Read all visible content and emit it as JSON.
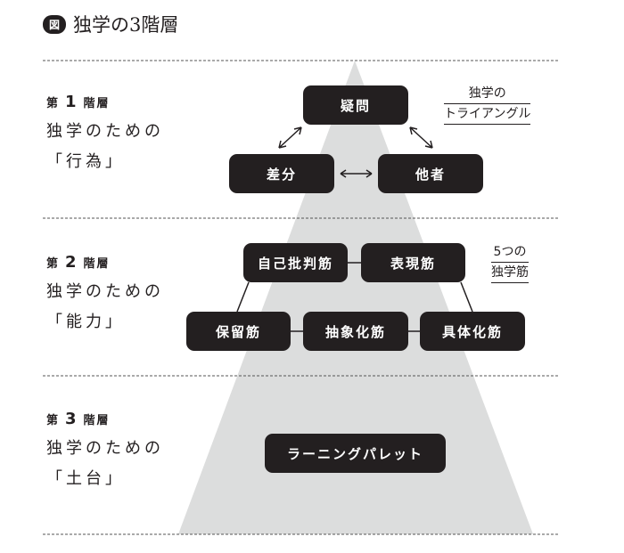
{
  "title": {
    "badge": "図",
    "text": "独学の3階層"
  },
  "levels": [
    {
      "prefix": "第",
      "num": "1",
      "suffix": "階層",
      "line1": "独学のための",
      "line2": "「行為」"
    },
    {
      "prefix": "第",
      "num": "2",
      "suffix": "階層",
      "line1": "独学のための",
      "line2": "「能力」"
    },
    {
      "prefix": "第",
      "num": "3",
      "suffix": "階層",
      "line1": "独学のための",
      "line2": "「土台」"
    }
  ],
  "level1": {
    "nodes": [
      "疑問",
      "差分",
      "他者"
    ],
    "note": [
      "独学の",
      "トライアングル"
    ]
  },
  "level2": {
    "nodes": [
      "自己批判筋",
      "表現筋",
      "保留筋",
      "抽象化筋",
      "具体化筋"
    ],
    "note": [
      "5つの",
      "独学筋"
    ]
  },
  "level3": {
    "nodes": [
      "ラーニングパレット"
    ]
  },
  "colors": {
    "node": "#231f20",
    "pyramid": "#dcdddd"
  }
}
